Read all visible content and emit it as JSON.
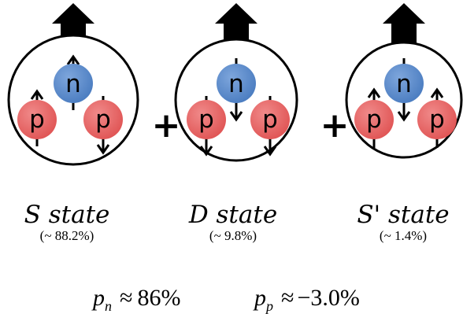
{
  "states": [
    {
      "name": "S state",
      "percent": "(~ 88.2%)",
      "nucleons": [
        {
          "letter": "n",
          "kind": "neutron",
          "spin": "up"
        },
        {
          "letter": "p",
          "kind": "proton",
          "spin": "up"
        },
        {
          "letter": "p",
          "kind": "proton",
          "spin": "down"
        }
      ]
    },
    {
      "name": "D state",
      "percent": "(~ 9.8%)",
      "nucleons": [
        {
          "letter": "n",
          "kind": "neutron",
          "spin": "down"
        },
        {
          "letter": "p",
          "kind": "proton",
          "spin": "down"
        },
        {
          "letter": "p",
          "kind": "proton",
          "spin": "down"
        }
      ]
    },
    {
      "name": "S' state",
      "percent": "(~ 1.4%)",
      "nucleons": [
        {
          "letter": "n",
          "kind": "neutron",
          "spin": "down"
        },
        {
          "letter": "p",
          "kind": "proton",
          "spin": "up"
        },
        {
          "letter": "p",
          "kind": "proton",
          "spin": "up"
        }
      ]
    }
  ],
  "plus_signs": [
    "+",
    "+"
  ],
  "formulas": {
    "neutron": {
      "symbol": "p",
      "subscript": "n",
      "relation": "≈",
      "value": "86%"
    },
    "proton": {
      "symbol": "p",
      "subscript": "p",
      "relation": "≈",
      "value": "−3.0%"
    }
  },
  "colors": {
    "neutron": "#4a7cc0",
    "proton": "#e05454",
    "outline": "#000000",
    "background": "#ffffff"
  },
  "icons": {
    "total_spin": "big-up-arrow-icon",
    "nucleon_spin": "spin-arrow-icon"
  }
}
